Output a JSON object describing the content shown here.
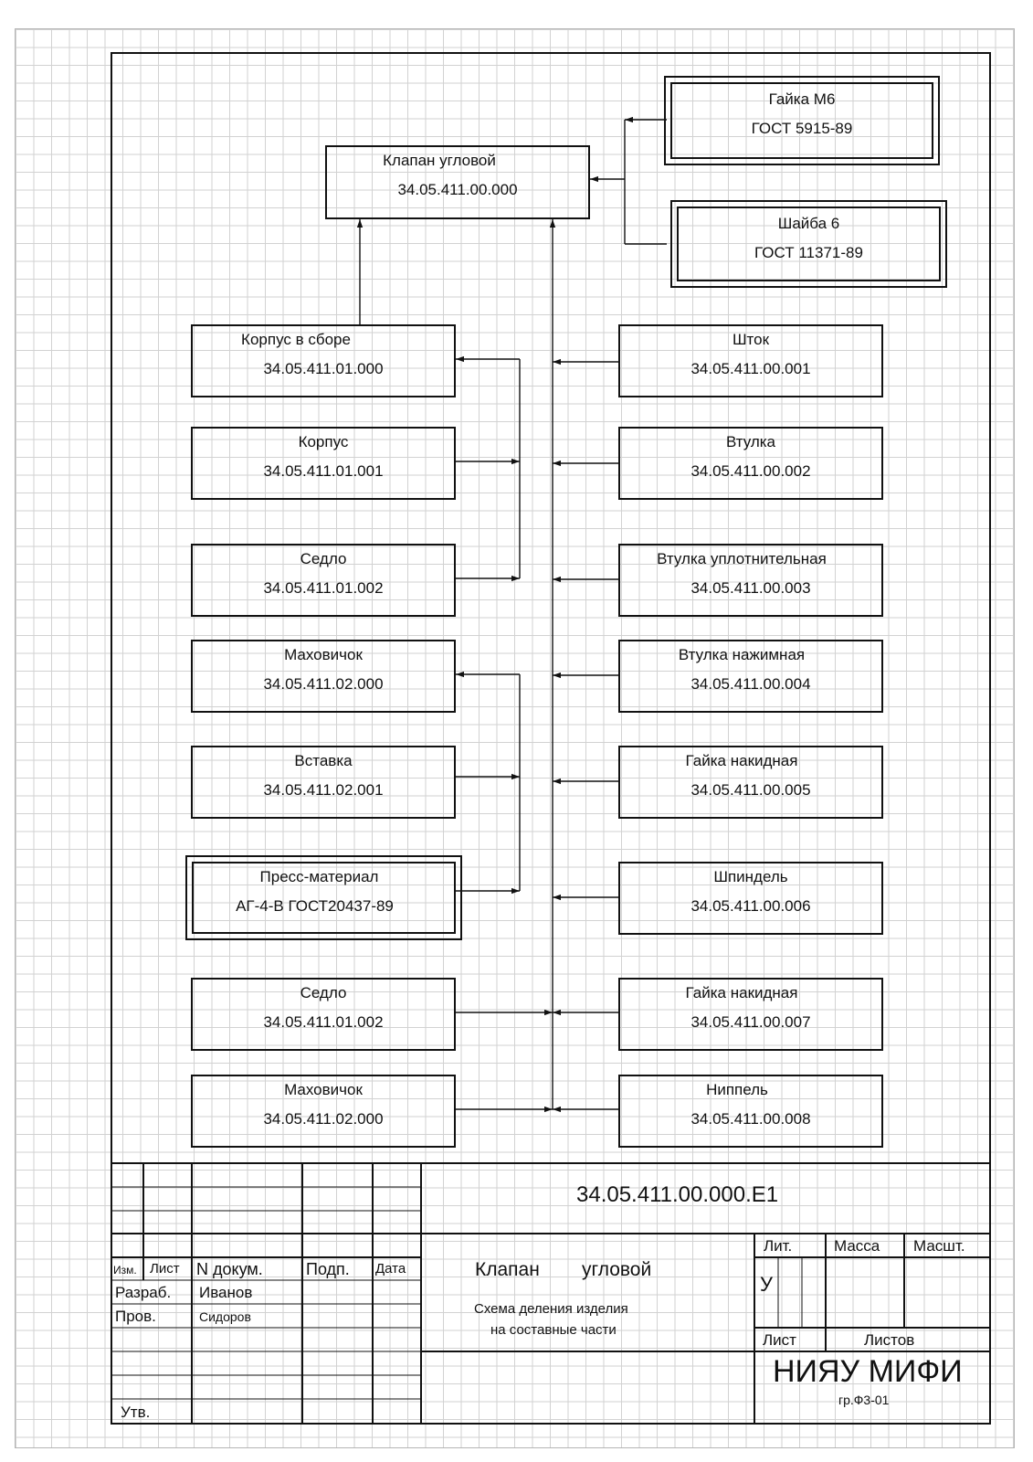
{
  "root": {
    "name": "Клапан угловой",
    "code": "34.05.411.00.000"
  },
  "standard_parts": [
    {
      "name": "Гайка М6",
      "code": "ГОСТ 5915-89"
    },
    {
      "name": "Шайба 6",
      "code": "ГОСТ 11371-89"
    }
  ],
  "left_boxes": [
    {
      "name": "Корпус в сборе",
      "code": "34.05.411.01.000"
    },
    {
      "name": "Корпус",
      "code": "34.05.411.01.001"
    },
    {
      "name": "Седло",
      "code": "34.05.411.01.002"
    },
    {
      "name": "Маховичок",
      "code": "34.05.411.02.000"
    },
    {
      "name": "Вставка",
      "code": "34.05.411.02.001"
    },
    {
      "name": "Пресс-материал",
      "code": "АГ-4-В ГОСТ20437-89"
    },
    {
      "name": "Седло",
      "code": "34.05.411.01.002"
    },
    {
      "name": "Маховичок",
      "code": "34.05.411.02.000"
    }
  ],
  "right_boxes": [
    {
      "name": "Шток",
      "code": "34.05.411.00.001"
    },
    {
      "name": "Втулка",
      "code": "34.05.411.00.002"
    },
    {
      "name": "Втулка уплотнительная",
      "code": "34.05.411.00.003"
    },
    {
      "name": "Втулка нажимная",
      "code": "34.05.411.00.004"
    },
    {
      "name": "Гайка накидная",
      "code": "34.05.411.00.005"
    },
    {
      "name": "Шпиндель",
      "code": "34.05.411.00.006"
    },
    {
      "name": "Гайка накидная",
      "code": "34.05.411.00.007"
    },
    {
      "name": "Ниппель",
      "code": "34.05.411.00.008"
    }
  ],
  "title_block": {
    "designation": "34.05.411.00.000.Е1",
    "product_name_1": "Клапан",
    "product_name_2": "угловой",
    "doc_type_1": "Схема деления изделия",
    "doc_type_2": "на составные части",
    "col_izm": "Изм.",
    "col_list": "Лист",
    "col_ndokum": "N докум.",
    "col_podp": "Подп.",
    "col_data": "Дата",
    "razrab_label": "Разраб.",
    "razrab_name": "Иванов",
    "prov_label": "Пров.",
    "prov_name": "Сидоров",
    "utv_label": "Утв.",
    "lit_label": "Лит.",
    "massa_label": "Масса",
    "masshtab_label": "Масшт.",
    "lit_value": "У",
    "sheet_label": "Лист",
    "sheets_label": "Листов",
    "organization": "НИЯУ МИФИ",
    "group": "гр.Ф3-01"
  }
}
